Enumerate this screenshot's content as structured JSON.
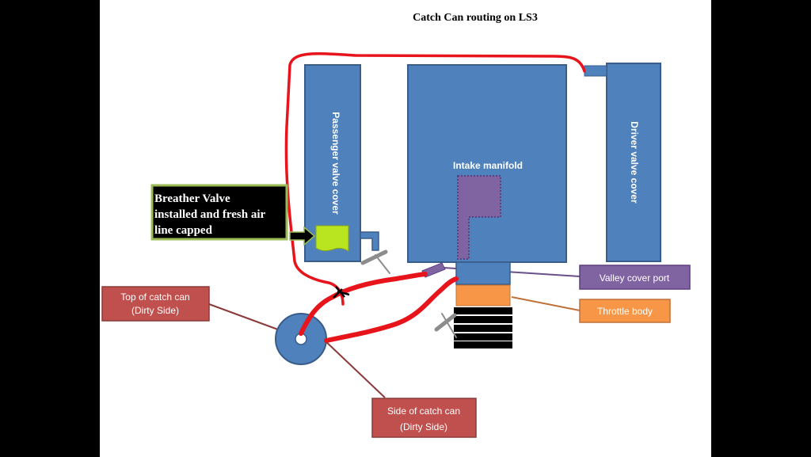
{
  "title": "Catch Can routing on LS3",
  "components": {
    "passenger_valve_cover": "Passenger  valve cover",
    "intake_manifold": "Intake manifold",
    "driver_valve_cover": "Driver  valve cover"
  },
  "callouts": {
    "breather_valve": [
      "Breather Valve",
      "installed and fresh air",
      "line capped"
    ],
    "top_of_catch_can": [
      "Top of catch can",
      "(Dirty Side)"
    ],
    "side_of_catch_can": [
      "Side of catch can",
      "(Dirty Side)"
    ],
    "valley_cover_port": "Valley cover port",
    "throttle_body": "Throttle body"
  },
  "colors": {
    "component_blue": "#4f81bd",
    "hose_red": "#e8141b",
    "callout_red": "#c0504d",
    "valley_purple": "#8064a2",
    "throttle_orange": "#f79646",
    "breather_green": "#9bbb59",
    "valve_lime": "#b8e51f"
  }
}
